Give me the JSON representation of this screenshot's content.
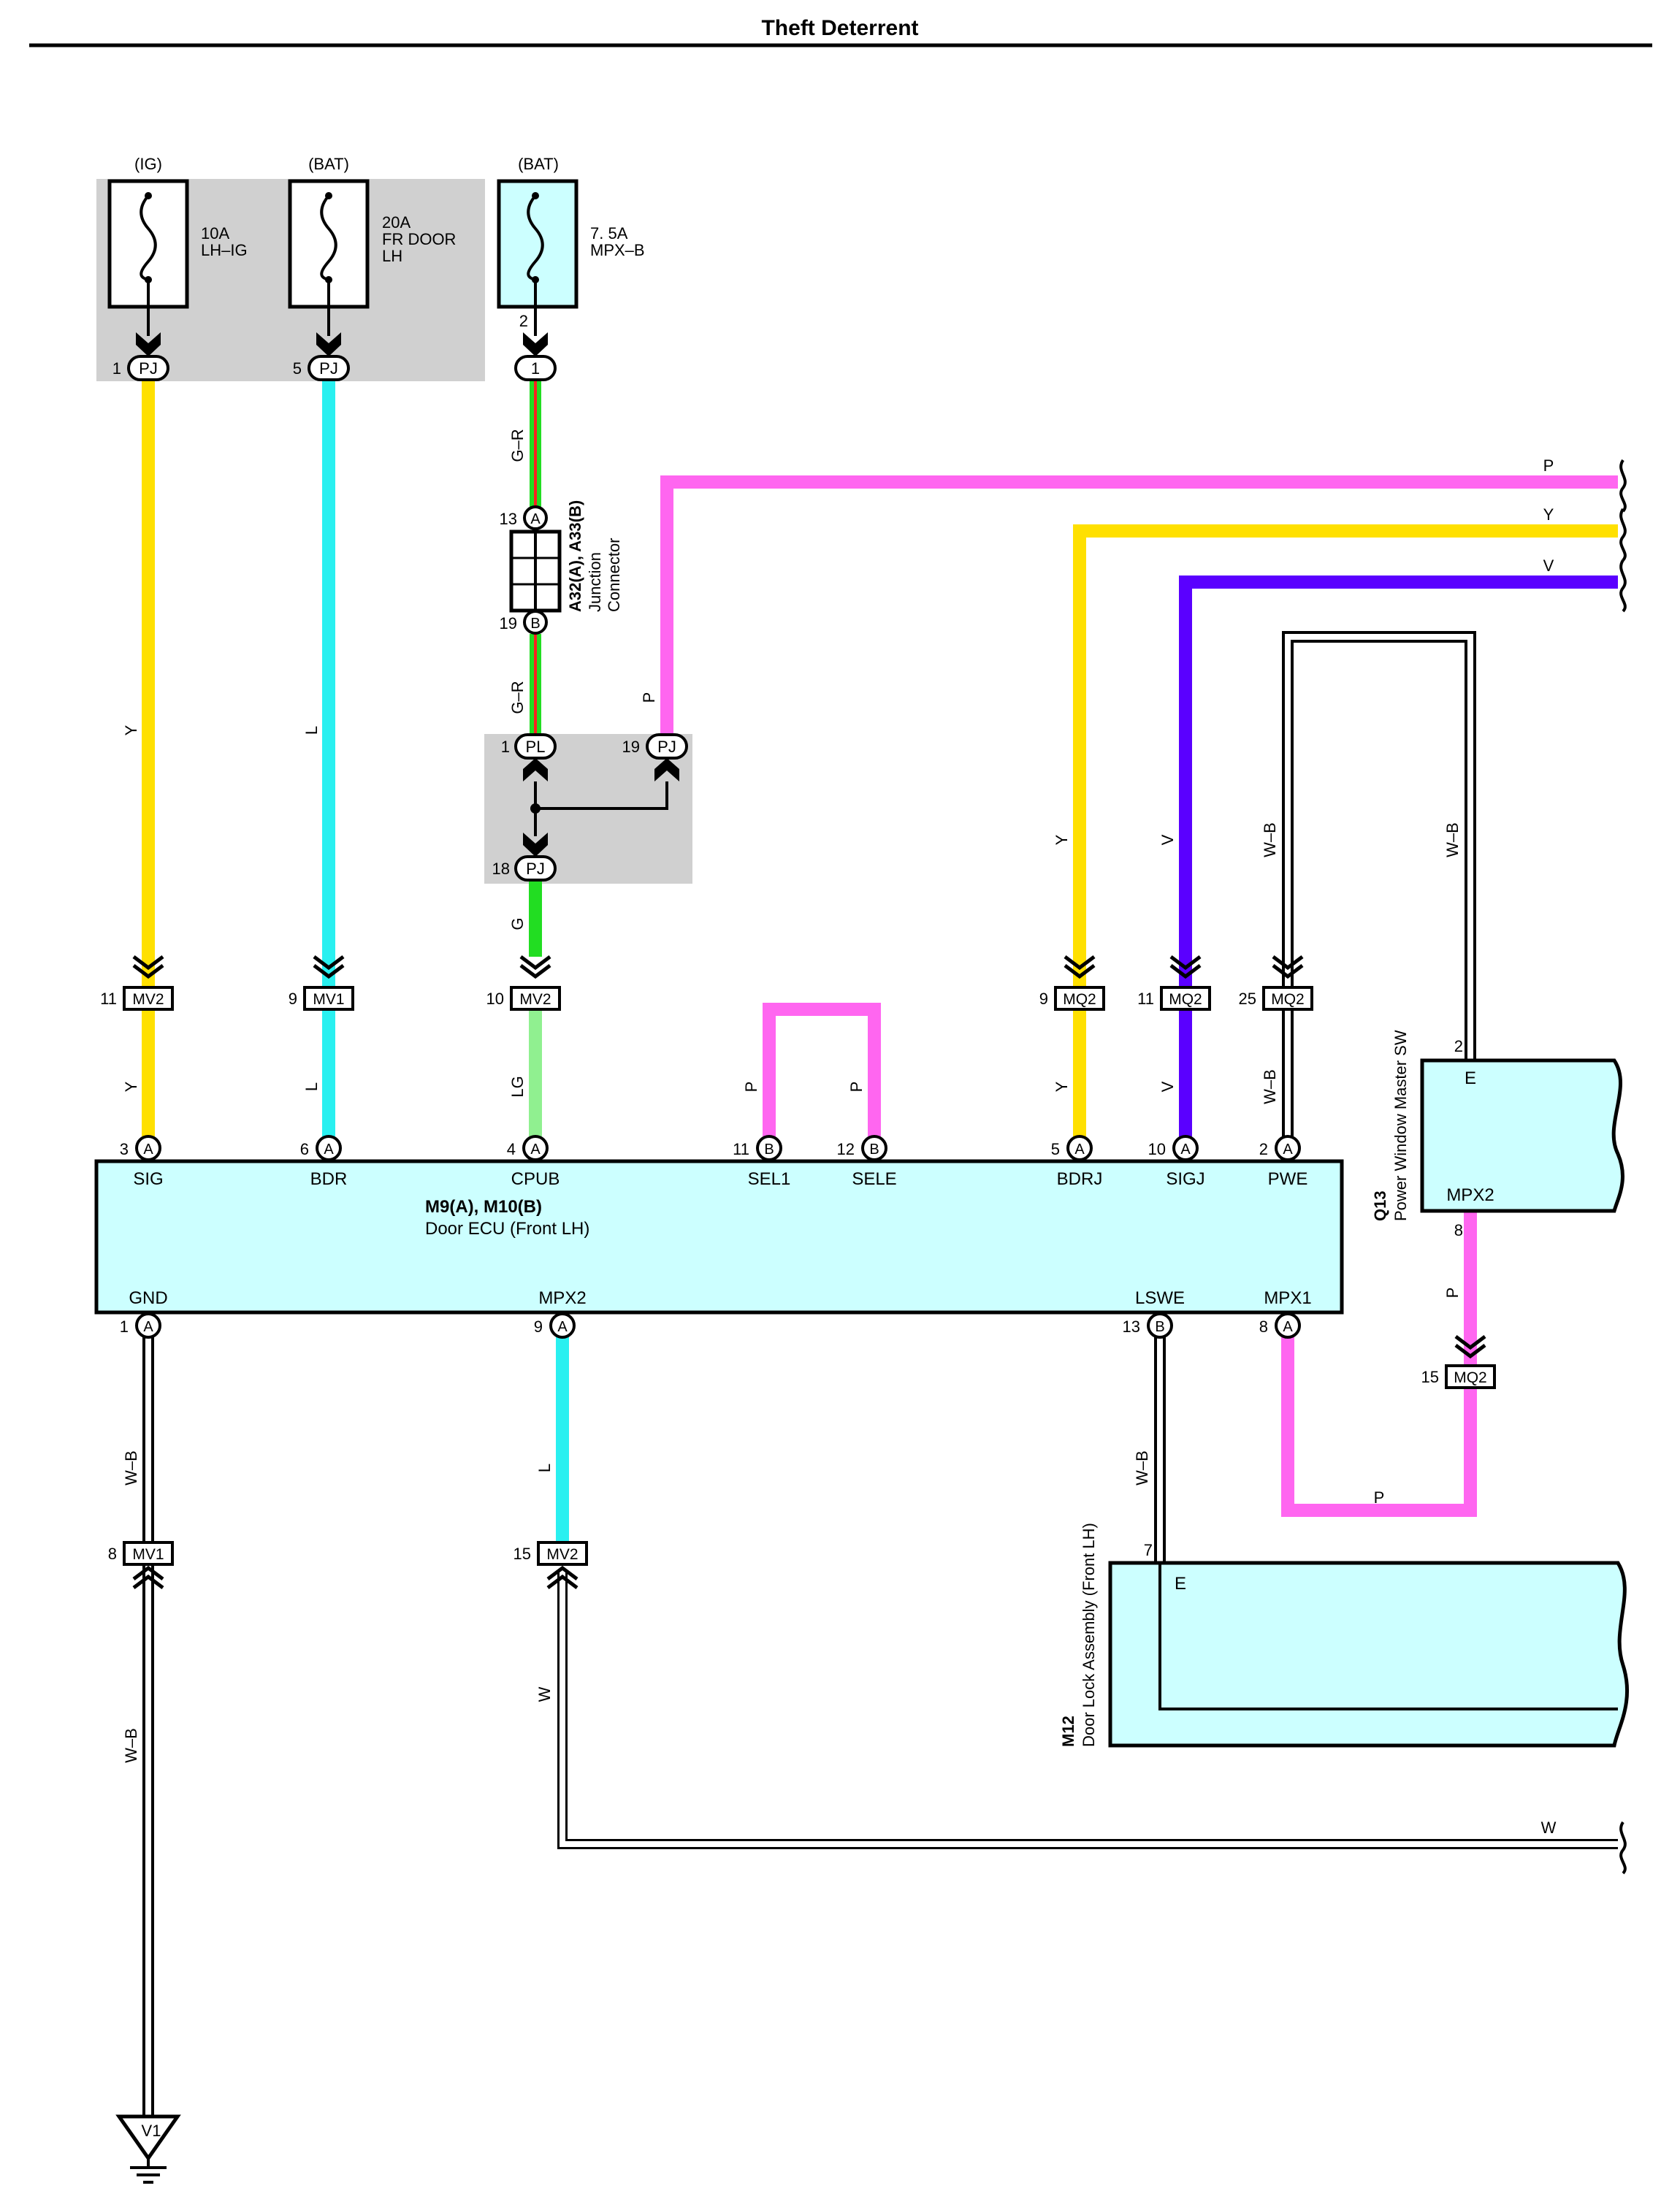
{
  "title": "Theft Deterrent",
  "colors": {
    "Y": "#ffe000",
    "L": "#29f0f0",
    "G": "#22dd22",
    "R": "#ff2020",
    "LG": "#90f090",
    "P": "#ff66f0",
    "V": "#5a00ff",
    "W": "#ffffff",
    "B": "#000000",
    "ecu_fill": "#ccffff",
    "junction_fill": "#d0d0d0"
  },
  "fuses": [
    {
      "source": "(IG)",
      "rating": "10A",
      "name_lines": [
        "LH–IG"
      ],
      "pin": "1",
      "connector": "PJ"
    },
    {
      "source": "(BAT)",
      "rating": "20A",
      "name_lines": [
        "FR DOOR",
        "LH"
      ],
      "pin": "5",
      "connector": "PJ"
    },
    {
      "source": "(BAT)",
      "rating": "7. 5A",
      "name_lines": [
        "MPX–B"
      ],
      "pin": "2",
      "connector": "1"
    }
  ],
  "junction_connector": {
    "code": "A32(A), A33(B)",
    "line1": "Junction",
    "line2": "Connector",
    "pin_top": "13",
    "pin_top_conn": "A",
    "pin_bottom": "19",
    "pin_bottom_conn": "B"
  },
  "junction_block_pins": [
    {
      "pin": "1",
      "connector": "PL"
    },
    {
      "pin": "19",
      "connector": "PJ"
    },
    {
      "pin": "18",
      "connector": "PJ"
    }
  ],
  "inline_connectors": [
    {
      "pin": "11",
      "name": "MV2"
    },
    {
      "pin": "9",
      "name": "MV1"
    },
    {
      "pin": "10",
      "name": "MV2"
    },
    {
      "pin": "9",
      "name": "MQ2"
    },
    {
      "pin": "11",
      "name": "MQ2"
    },
    {
      "pin": "25",
      "name": "MQ2"
    },
    {
      "pin": "15",
      "name": "MQ2"
    },
    {
      "pin": "8",
      "name": "MV1"
    },
    {
      "pin": "15",
      "name": "MV2"
    }
  ],
  "ecu": {
    "code": "M9(A), M10(B)",
    "name": "Door ECU (Front LH)",
    "top_pins": [
      {
        "pin": "3",
        "conn": "A",
        "label": "SIG"
      },
      {
        "pin": "6",
        "conn": "A",
        "label": "BDR"
      },
      {
        "pin": "4",
        "conn": "A",
        "label": "CPUB"
      },
      {
        "pin": "11",
        "conn": "B",
        "label": "SEL1"
      },
      {
        "pin": "12",
        "conn": "B",
        "label": "SELE"
      },
      {
        "pin": "5",
        "conn": "A",
        "label": "BDRJ"
      },
      {
        "pin": "10",
        "conn": "A",
        "label": "SIGJ"
      },
      {
        "pin": "2",
        "conn": "A",
        "label": "PWE"
      }
    ],
    "bottom_pins": [
      {
        "pin": "1",
        "conn": "A",
        "label": "GND"
      },
      {
        "pin": "9",
        "conn": "A",
        "label": "MPX2"
      },
      {
        "pin": "13",
        "conn": "B",
        "label": "LSWE"
      },
      {
        "pin": "8",
        "conn": "A",
        "label": "MPX1"
      }
    ]
  },
  "master_switch": {
    "code": "Q13",
    "name": "Power Window Master SW",
    "pin_e": "2",
    "label_e": "E",
    "pin_mpx2": "8",
    "label_mpx2": "MPX2"
  },
  "door_lock": {
    "code": "M12",
    "name": "Door Lock Assembly (Front LH)",
    "pin_e": "7",
    "label_e": "E"
  },
  "wire_labels": {
    "y": "Y",
    "l": "L",
    "gr": "G–R",
    "g": "G",
    "lg": "LG",
    "p": "P",
    "v": "V",
    "wb": "W–B",
    "w": "W"
  },
  "ground": {
    "name": "V1"
  }
}
